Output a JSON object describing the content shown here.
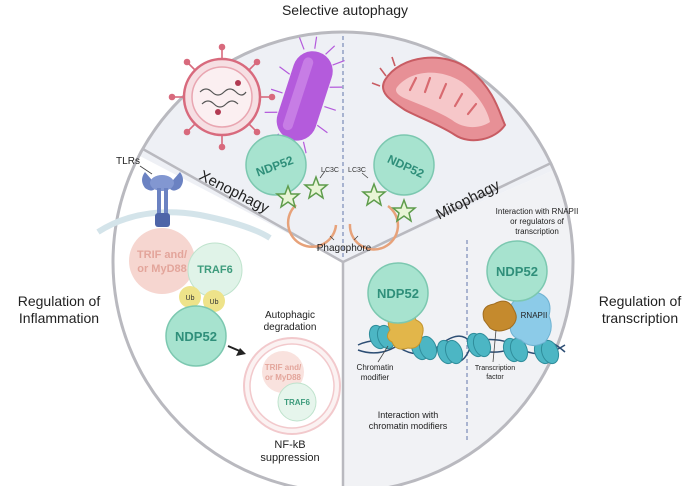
{
  "titles": {
    "top": "Selective autophagy",
    "left": "Regulation of\nInflammation",
    "right": "Regulation of\ntranscription"
  },
  "sectors": {
    "xenophagy": "Xenophagy",
    "mitophagy": "Mitophagy"
  },
  "autophagy": {
    "protein_left": "NDP52",
    "protein_right": "NDP52",
    "lc3c_left": "LC3C",
    "lc3c_right": "LC3C",
    "phagophore": "Phagophore"
  },
  "inflammation": {
    "receptor": "TLRs",
    "adaptor": [
      "TRIF and/",
      "or MyD88"
    ],
    "traf6": "TRAF6",
    "ub": "Ub",
    "protein": "NDP52",
    "degradation": [
      "Autophagic",
      "degradation"
    ],
    "vesicle_adaptor": [
      "TRIF and/",
      "or MyD88"
    ],
    "vesicle_traf6": "TRAF6",
    "outcome": [
      "NF-kB",
      "suppression"
    ]
  },
  "transcription": {
    "header": [
      "Interaction with RNAPII",
      "or regulators of",
      "transcription"
    ],
    "protein_left": "NDP52",
    "protein_right": "NDP52",
    "rnapii": "RNAPII",
    "chromatin": [
      "Chromatin",
      "modifier"
    ],
    "tf": [
      "Transcription",
      "factor"
    ],
    "footer": [
      "Interaction with",
      "chromatin modifiers"
    ]
  },
  "colors": {
    "ring": "#b9b9bf",
    "sector_light": "#eef0f5",
    "sector_lower": "#f0f1f4",
    "ndp52_fill": "#a7e3cf",
    "ndp52_text": "#2f8f7a",
    "lc3c": "#7fb26a",
    "phagophore": "#e7a27a",
    "virus": "#d86a7d",
    "bacterium": "#b45bdc",
    "mito": "#d9747a",
    "trif": "#f4cfc8",
    "traf6": "#d6efe0",
    "ub": "#eee38a",
    "nucleosome": "#4cb6c4",
    "chromatin_mod": "#e2b64a",
    "tf": "#c58a2d",
    "rnapii": "#8ccbe8",
    "tlr": "#6b82c2"
  }
}
